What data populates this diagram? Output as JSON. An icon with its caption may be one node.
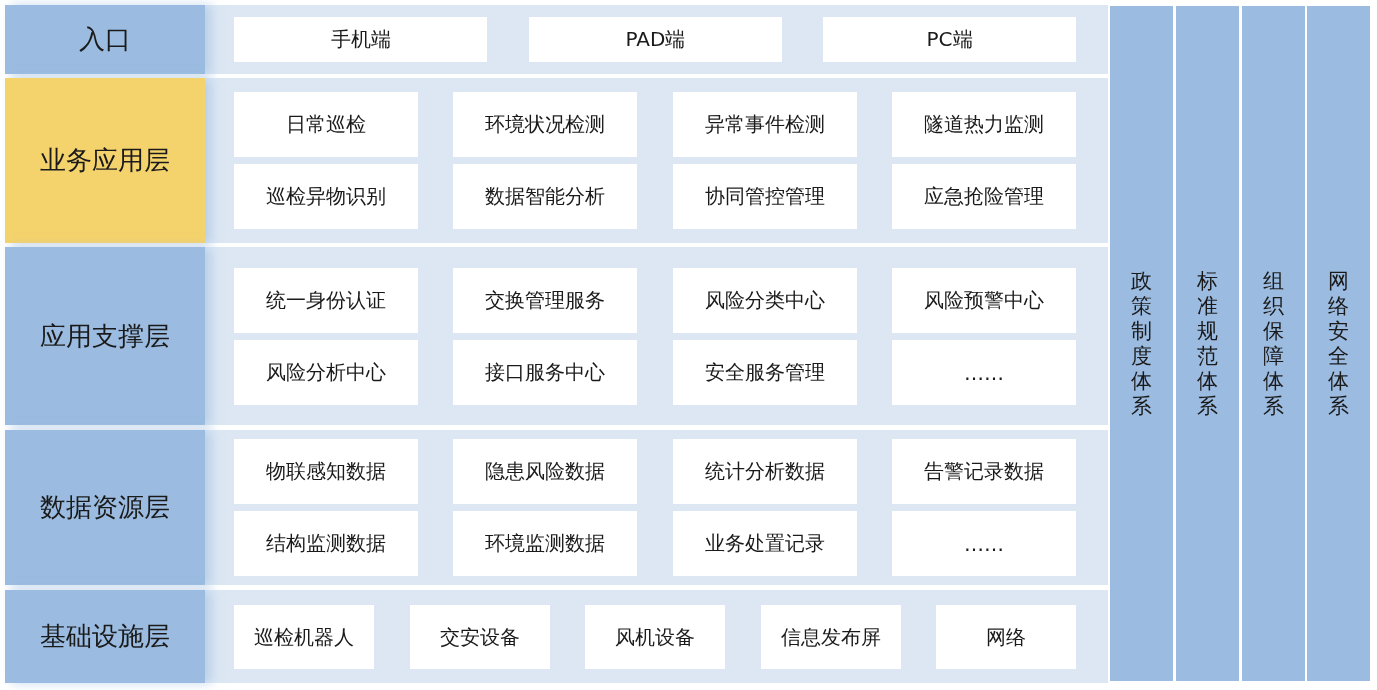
{
  "diagram": {
    "nodes": [
      {
        "text": [
          "入口"
        ]
      },
      {
        "text": [
          "手机端"
        ],
        "in": 0
      },
      {
        "text": [
          "PAD端"
        ],
        "in": 0
      },
      {
        "text": [
          "PC端"
        ],
        "in": 0
      },
      {
        "text": [
          "业务应用层"
        ]
      },
      {
        "text": [
          "日常巡检"
        ],
        "in": 4
      },
      {
        "text": [
          "环境状况检测"
        ],
        "in": 4
      },
      {
        "text": [
          "异常事件检测"
        ],
        "in": 4
      },
      {
        "text": [
          "隧道热力监测"
        ],
        "in": 4
      },
      {
        "text": [
          "巡检异物识别"
        ],
        "in": 4
      },
      {
        "text": [
          "数据智能分析"
        ],
        "in": 4
      },
      {
        "text": [
          "协同管控管理"
        ],
        "in": 4
      },
      {
        "text": [
          "应急抢险管理"
        ],
        "in": 4
      },
      {
        "text": [
          "应用支撑层"
        ]
      },
      {
        "text": [
          "统一身份认证"
        ],
        "in": 13
      },
      {
        "text": [
          "交换管理服务"
        ],
        "in": 13
      },
      {
        "text": [
          "风险分类中心"
        ],
        "in": 13
      },
      {
        "text": [
          "风险预警中心"
        ],
        "in": 13
      },
      {
        "text": [
          "风险分析中心"
        ],
        "in": 13
      },
      {
        "text": [
          "接口服务中心"
        ],
        "in": 13
      },
      {
        "text": [
          "安全服务管理"
        ],
        "in": 13
      },
      {
        "text": [
          "……"
        ],
        "in": 13
      },
      {
        "text": [
          "数据资源层"
        ]
      },
      {
        "text": [
          "物联感知数据"
        ],
        "in": 22
      },
      {
        "text": [
          "隐患风险数据"
        ],
        "in": 22
      },
      {
        "text": [
          "统计分析数据"
        ],
        "in": 22
      },
      {
        "text": [
          "告警记录数据"
        ],
        "in": 22
      },
      {
        "text": [
          "结构监测数据"
        ],
        "in": 22
      },
      {
        "text": [
          "环境监测数据"
        ],
        "in": 22
      },
      {
        "text": [
          "业务处置记录"
        ],
        "in": 22
      },
      {
        "text": [
          "……"
        ],
        "in": 22
      },
      {
        "text": [
          "基础设施层"
        ]
      },
      {
        "text": [
          "巡检机器人"
        ],
        "in": 31
      },
      {
        "text": [
          "交安设备"
        ],
        "in": 31
      },
      {
        "text": [
          "风机设备"
        ],
        "in": 31
      },
      {
        "text": [
          "信息发布屏"
        ],
        "in": 31
      },
      {
        "text": [
          "网络"
        ],
        "in": 31
      },
      {
        "text": [
          "政策制度体系"
        ]
      },
      {
        "text": [
          "标准规范体系"
        ]
      },
      {
        "text": [
          "组织保障体系"
        ]
      },
      {
        "text": [
          "网络安全体系"
        ]
      }
    ]
  }
}
